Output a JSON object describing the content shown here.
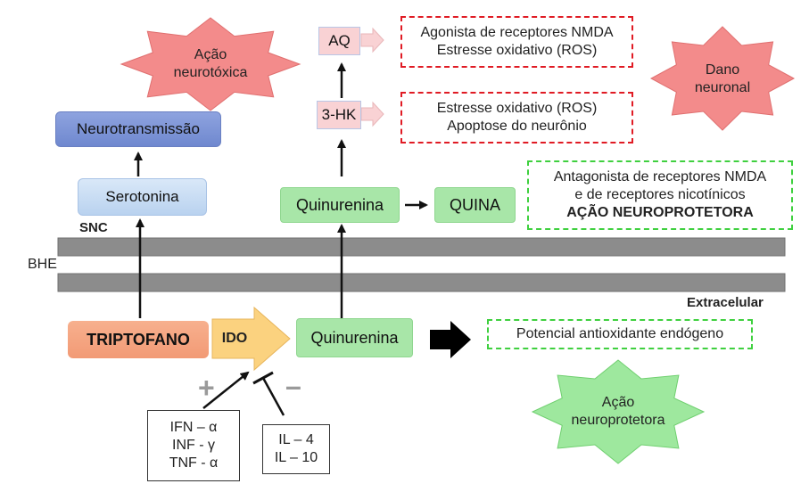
{
  "labels": {
    "snc": "SNC",
    "bhe": "BHE",
    "extracelular": "Extracelular"
  },
  "nodes": {
    "neurotransmissao": "Neurotransmissão",
    "serotonina": "Serotonina",
    "aq": "AQ",
    "three_hk": "3-HK",
    "quinurenina_snc": "Quinurenina",
    "quina": "QUINA",
    "triptofano": "TRIPTOFANO",
    "ido": "IDO",
    "quinurenina_ext": "Quinurenina"
  },
  "effects": {
    "aq_line1": "Agonista de receptores NMDA",
    "aq_line2": "Estresse oxidativo (ROS)",
    "hk_line1": "Estresse oxidativo (ROS)",
    "hk_line2": "Apoptose do neurônio",
    "quina_line1": "Antagonista de receptores NMDA",
    "quina_line2": "e de receptores nicotínicos",
    "quina_line3": "AÇÃO NEUROPROTETORA",
    "ext": "Potencial antioxidante endógeno"
  },
  "stars": {
    "neurotoxica_line1": "Ação",
    "neurotoxica_line2": "neurotóxica",
    "dano_line1": "Dano",
    "dano_line2": "neuronal",
    "neuroprotetora_line1": "Ação",
    "neuroprotetora_line2": "neuroprotetora"
  },
  "cytokines": {
    "pro": [
      "IFN – α",
      "INF - γ",
      "TNF - α"
    ],
    "anti": [
      "IL – 4",
      "IL – 10"
    ],
    "plus": "+",
    "minus": "–"
  },
  "colors": {
    "membrane": "#8c8c8c",
    "star_red": "#f38b8b",
    "star_green": "#9ee89e",
    "dash_red": "#e01b24",
    "dash_green": "#3fd03f"
  }
}
